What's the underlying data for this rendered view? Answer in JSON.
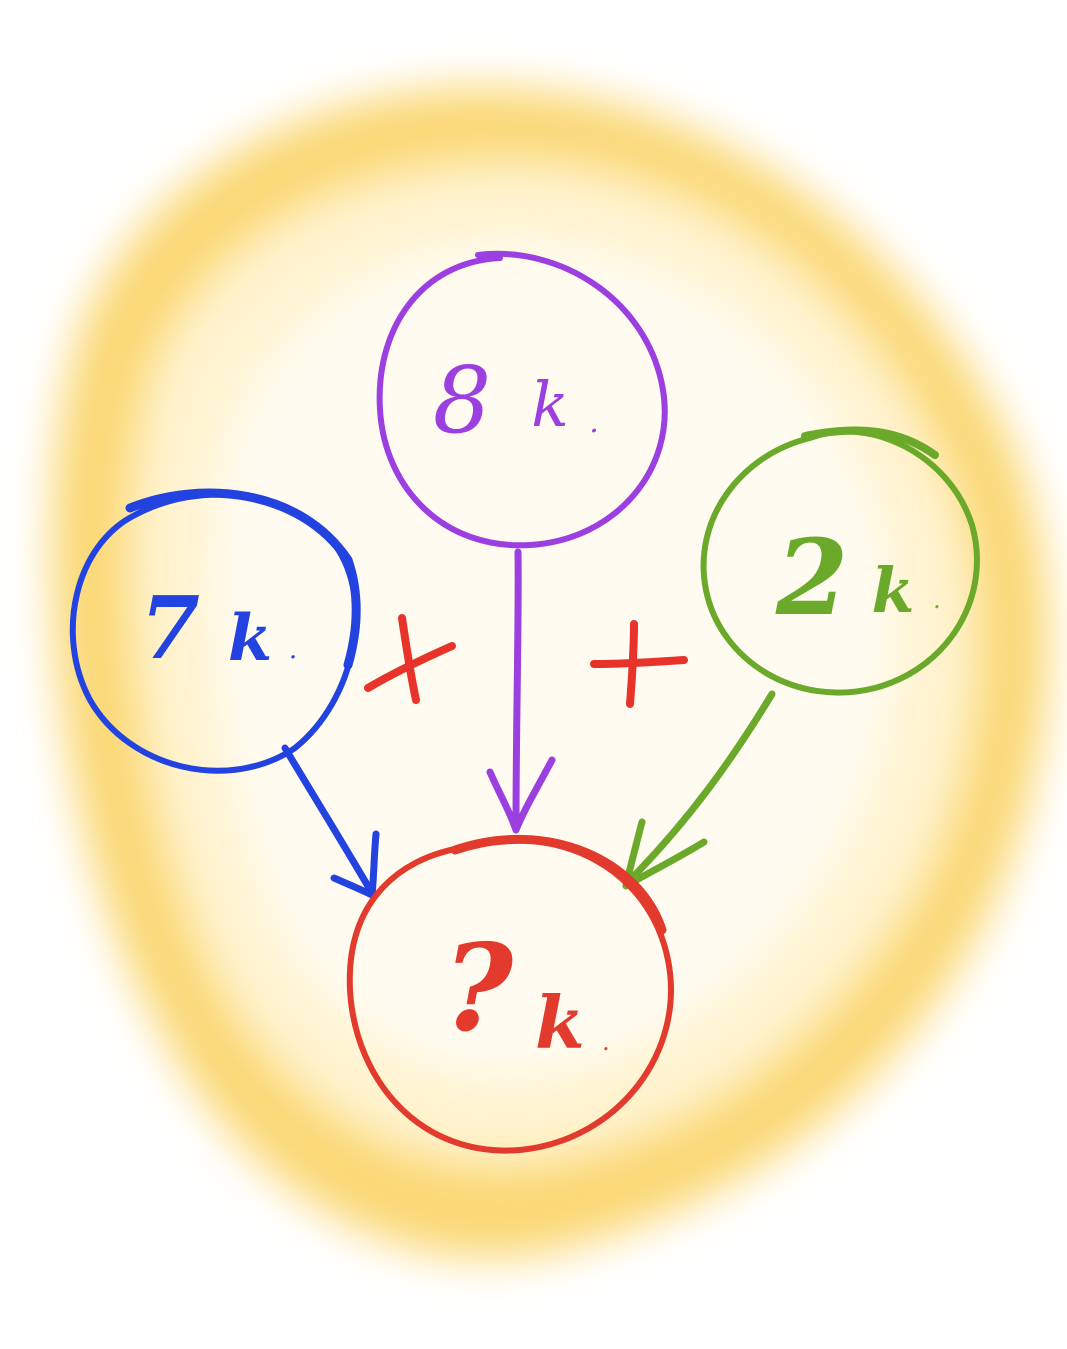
{
  "background": {
    "glow_color": "#f7c948",
    "paper_color": "#fffdf6"
  },
  "nodes": [
    {
      "id": "top",
      "number": "8",
      "unit": "k",
      "dot": ".",
      "color": "#9b3fe0"
    },
    {
      "id": "left",
      "number": "7",
      "unit": "k",
      "dot": ".",
      "color": "#2343e0"
    },
    {
      "id": "right",
      "number": "2",
      "unit": "k",
      "dot": ".",
      "color": "#6aa92a"
    },
    {
      "id": "result",
      "number": "?",
      "unit": "k",
      "dot": ".",
      "color": "#e23a2c"
    }
  ],
  "operators": [
    {
      "id": "plus-left",
      "symbol": "+",
      "color": "#e8332a"
    },
    {
      "id": "plus-right",
      "symbol": "+",
      "color": "#e8332a"
    }
  ]
}
